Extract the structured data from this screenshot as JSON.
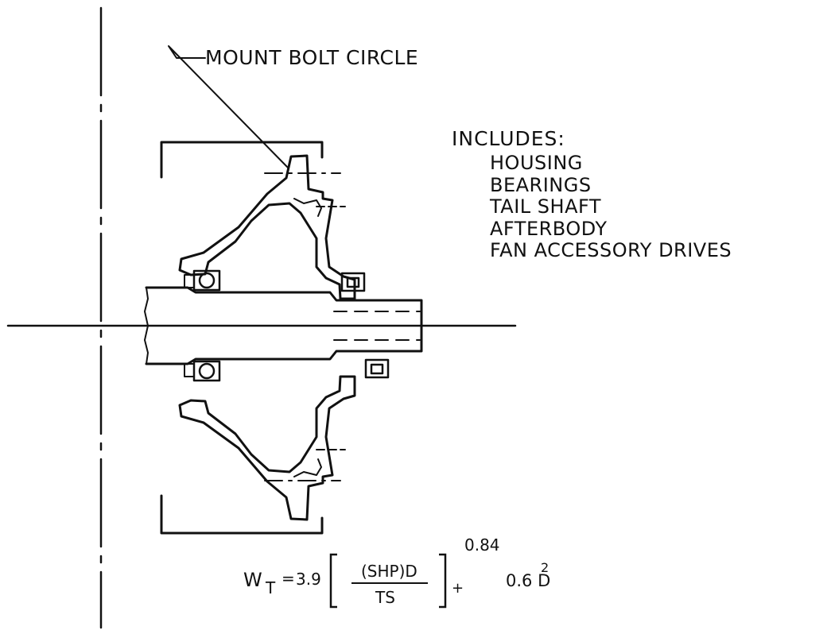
{
  "mount_label": "MOUNT BOLT CIRCLE",
  "includes": {
    "heading": "INCLUDES:",
    "items": [
      "HOUSING",
      "BEARINGS",
      "TAIL SHAFT",
      "AFTERBODY",
      "FAN ACCESSORY DRIVES"
    ]
  },
  "formula": {
    "w": "W",
    "w_sub": "T",
    "equals": "=",
    "coefficient": "3.9",
    "numerator": "(SHP)D",
    "denominator": "TS",
    "exponent": "0.84",
    "plus": "+",
    "second_term": "0.6 D",
    "second_term_exponent": "2"
  }
}
